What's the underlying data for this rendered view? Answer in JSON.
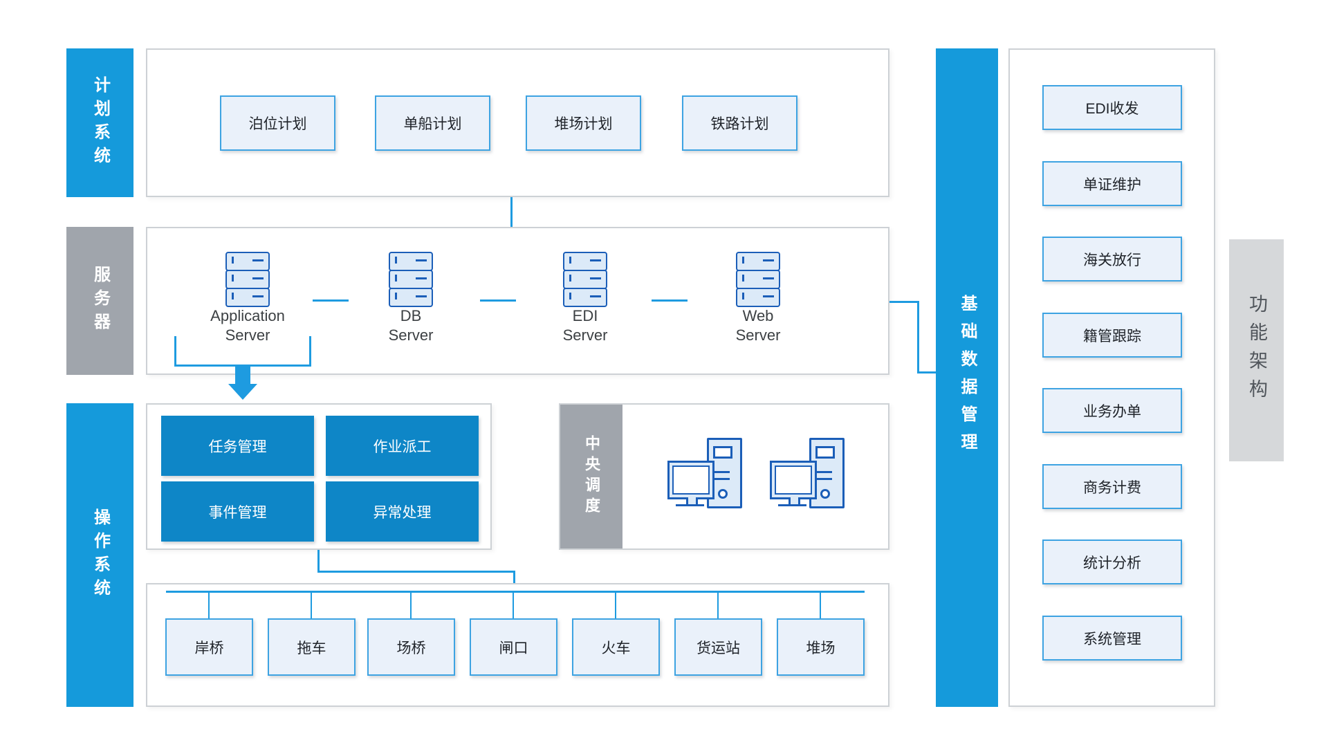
{
  "colors": {
    "accent_blue": "#159ADB",
    "connector_blue": "#1E9BE0",
    "deep_blue_box": "#0E86C7",
    "gray_bar": "#A0A5AC",
    "light_gray_bar": "#D6D8DA",
    "light_blue_fill": "#EAF1FA",
    "light_blue_border": "#3DA3E2",
    "icon_blue": "#1B5EB8",
    "frame_border": "#CDD1D5"
  },
  "left_bars": {
    "plan": "计划系统",
    "server": "服务器",
    "operation": "操作系统"
  },
  "plan_section": {
    "items": [
      "泊位计划",
      "单船计划",
      "堆场计划",
      "铁路计划"
    ]
  },
  "server_section": {
    "servers": [
      {
        "line1": "Application",
        "line2": "Server"
      },
      {
        "line1": "DB",
        "line2": "Server"
      },
      {
        "line1": "EDI",
        "line2": "Server"
      },
      {
        "line1": "Web",
        "line2": "Server"
      }
    ]
  },
  "operation_section": {
    "items": [
      "任务管理",
      "作业派工",
      "事件管理",
      "异常处理"
    ]
  },
  "central_section": {
    "label": "中央调度"
  },
  "equipment_section": {
    "items": [
      "岸桥",
      "拖车",
      "场桥",
      "闸口",
      "火车",
      "货运站",
      "堆场"
    ]
  },
  "base_data_bar": {
    "label": "基础数据管理"
  },
  "function_section": {
    "items": [
      "EDI收发",
      "单证维护",
      "海关放行",
      "籍管跟踪",
      "业务办单",
      "商务计费",
      "统计分析",
      "系统管理"
    ]
  },
  "function_arch_bar": {
    "label": "功能架构"
  }
}
